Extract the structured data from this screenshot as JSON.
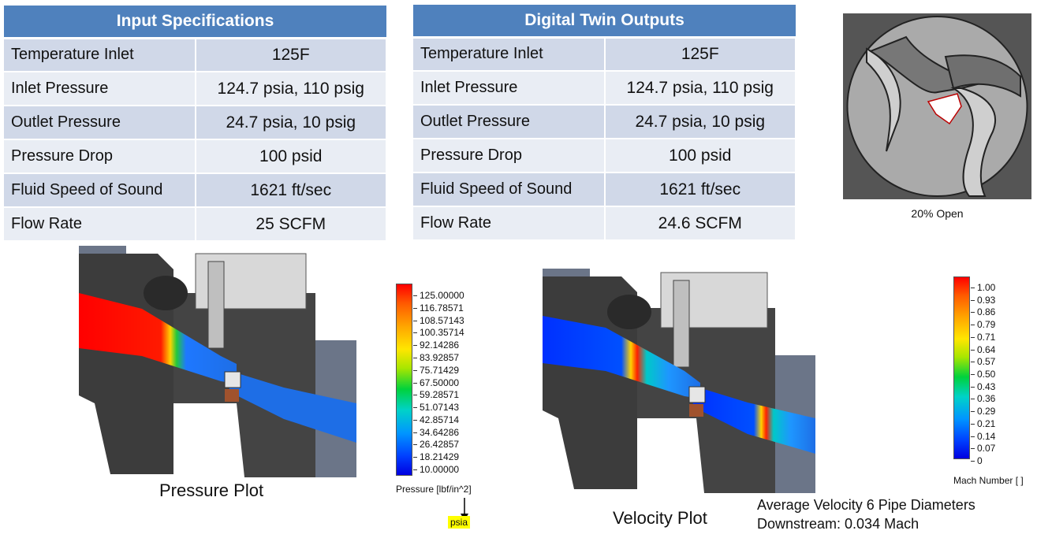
{
  "input_table": {
    "title": "Input Specifications",
    "rows": [
      {
        "label": "Temperature Inlet",
        "value": "125F"
      },
      {
        "label": "Inlet Pressure",
        "value": "124.7 psia, 110 psig"
      },
      {
        "label": "Outlet Pressure",
        "value": "24.7 psia, 10 psig"
      },
      {
        "label": "Pressure Drop",
        "value": "100 psid"
      },
      {
        "label": "Fluid Speed of Sound",
        "value": "1621 ft/sec"
      },
      {
        "label": "Flow Rate",
        "value": "25 SCFM"
      }
    ]
  },
  "output_table": {
    "title": "Digital Twin Outputs",
    "rows": [
      {
        "label": "Temperature Inlet",
        "value": "125F"
      },
      {
        "label": "Inlet Pressure",
        "value": "124.7 psia, 110 psig"
      },
      {
        "label": "Outlet Pressure",
        "value": "24.7 psia, 10 psig"
      },
      {
        "label": "Pressure Drop",
        "value": "100 psid"
      },
      {
        "label": "Fluid Speed of Sound",
        "value": "1621 ft/sec"
      },
      {
        "label": "Flow Rate",
        "value": "24.6 SCFM"
      }
    ]
  },
  "valve": {
    "caption": "20% Open"
  },
  "pressure_plot": {
    "title": "Pressure Plot",
    "legend_title": "Pressure [lbf/in^2]",
    "unit_note": "psia",
    "ticks": [
      "125.00000",
      "116.78571",
      "108.57143",
      "100.35714",
      "92.14286",
      "83.92857",
      "75.71429",
      "67.50000",
      "59.28571",
      "51.07143",
      "42.85714",
      "34.64286",
      "26.42857",
      "18.21429",
      "10.00000"
    ]
  },
  "velocity_plot": {
    "title": "Velocity Plot",
    "legend_title": "Mach Number [ ]",
    "ticks": [
      "1.00",
      "0.93",
      "0.86",
      "0.79",
      "0.71",
      "0.64",
      "0.57",
      "0.50",
      "0.43",
      "0.36",
      "0.29",
      "0.21",
      "0.14",
      "0.07",
      "0"
    ]
  },
  "note": {
    "line1": "Average Velocity 6 Pipe Diameters",
    "line2": "Downstream: 0.034 Mach"
  },
  "colors": {
    "header": "#4f81bd",
    "row_odd": "#d0d8e8",
    "row_even": "#e9edf4",
    "highlight": "#ffff00"
  }
}
